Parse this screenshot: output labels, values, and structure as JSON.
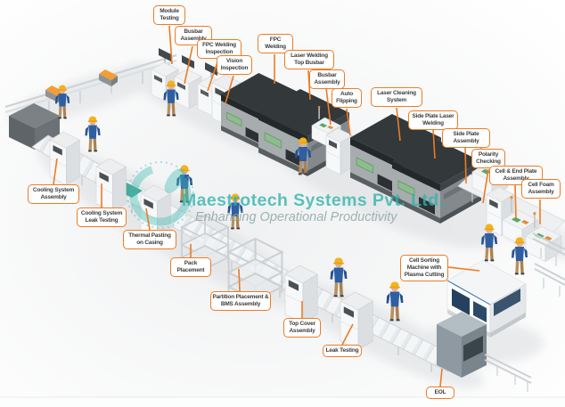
{
  "watermark": {
    "brand": "Maestrotech Systems Pvt. Ltd.",
    "tagline": "Enhancing Operational Productivity",
    "brand_color": "#2FB3AB"
  },
  "accent_color": "#EE7B23",
  "labels": [
    {
      "id": "module-testing",
      "text": "Module Testing"
    },
    {
      "id": "busbar-assembly-1",
      "text": "Busbar Assembly"
    },
    {
      "id": "fpc-welding-inspection",
      "text": "FPC Welding Inspection"
    },
    {
      "id": "vision-inspection",
      "text": "Vision Inspection"
    },
    {
      "id": "fpc-welding",
      "text": "FPC Welding"
    },
    {
      "id": "laser-welding-top-busbar",
      "text": "Laser Welding Top Busbar"
    },
    {
      "id": "busbar-assembly-2",
      "text": "Busbar Assembly"
    },
    {
      "id": "auto-flipping",
      "text": "Auto Flipping"
    },
    {
      "id": "laser-cleaning-system",
      "text": "Laser Cleaning System"
    },
    {
      "id": "side-plate-laser-welding",
      "text": "Side Plate Laser Welding"
    },
    {
      "id": "side-plate-assembly",
      "text": "Side Plate Assembly"
    },
    {
      "id": "polarity-checking",
      "text": "Polarity Checking"
    },
    {
      "id": "cell-end-plate-assembly",
      "text": "Cell & End Plate Assembly"
    },
    {
      "id": "cell-foam-assembly",
      "text": "Cell Foam Assembly"
    },
    {
      "id": "cooling-system-assembly",
      "text": "Cooling System Assembly"
    },
    {
      "id": "cooling-system-leak-testing",
      "text": "Cooling System Leak Testing"
    },
    {
      "id": "thermal-pasting-on-casing",
      "text": "Thermal Pasting on Casing"
    },
    {
      "id": "pack-placement",
      "text": "Pack Placement"
    },
    {
      "id": "partition-placement-bms",
      "text": "Partition Placement & BMS Assembly"
    },
    {
      "id": "top-cover-assembly",
      "text": "Top Cover Assembly"
    },
    {
      "id": "leak-testing",
      "text": "Leak Testing"
    },
    {
      "id": "cell-sorting-machine",
      "text": "Cell Sorting Machine with Plasma Cutting"
    },
    {
      "id": "eol",
      "text": "EOL"
    }
  ]
}
